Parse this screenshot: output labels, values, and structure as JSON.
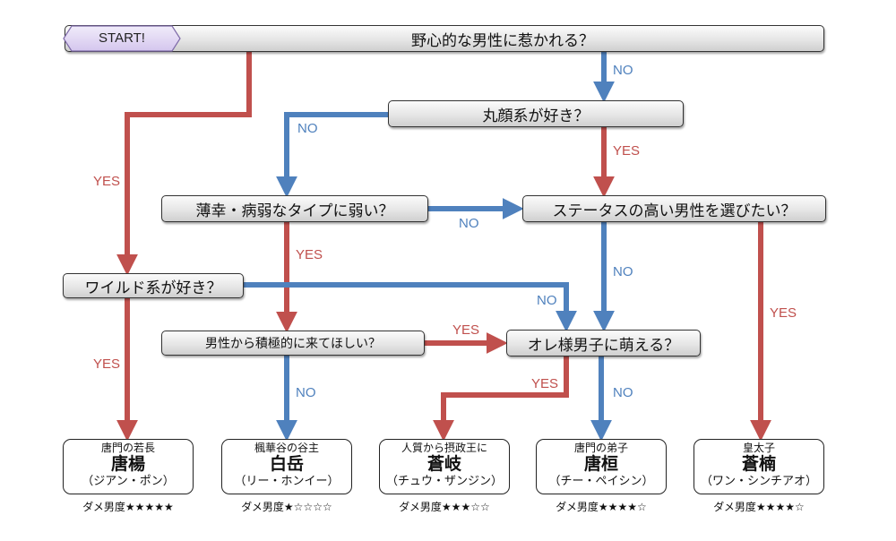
{
  "start_label": "START!",
  "questions": {
    "q1": "野心的な男性に惹かれる？",
    "q2": "丸顔系が好き？",
    "q3": "薄幸・病弱なタイプに弱い？",
    "q4": "ステータスの高い男性を選びたい？",
    "q5": "ワイルド系が好き？",
    "q6": "男性から積極的に来てほしい？",
    "q7": "オレ様男子に萌える？"
  },
  "edge_labels": {
    "yes": "YES",
    "no": "NO"
  },
  "colors": {
    "yes": "#c0504d",
    "no": "#4f81bd",
    "start_fill": "#e2d8f3"
  },
  "results": [
    {
      "subtitle": "唐門の若長",
      "name": "唐楊",
      "reading": "（ジアン・ポン）",
      "rating_label": "ダメ男度",
      "stars": 5,
      "rating_text": "★★★★★"
    },
    {
      "subtitle": "楓華谷の谷主",
      "name": "白岳",
      "reading": "（リー・ホンイー）",
      "rating_label": "ダメ男度",
      "stars": 1,
      "rating_text": "★☆☆☆☆"
    },
    {
      "subtitle": "人質から摂政王に",
      "name": "蒼岐",
      "reading": "（チュウ・ザンジン）",
      "rating_label": "ダメ男度",
      "stars": 3,
      "rating_text": "★★★☆☆"
    },
    {
      "subtitle": "唐門の弟子",
      "name": "唐桓",
      "reading": "（チー・ペイシン）",
      "rating_label": "ダメ男度",
      "stars": 4,
      "rating_text": "★★★★☆"
    },
    {
      "subtitle": "皇太子",
      "name": "蒼楠",
      "reading": "（ワン・シンチアオ）",
      "rating_label": "ダメ男度",
      "stars": 4,
      "rating_text": "★★★★☆"
    }
  ]
}
